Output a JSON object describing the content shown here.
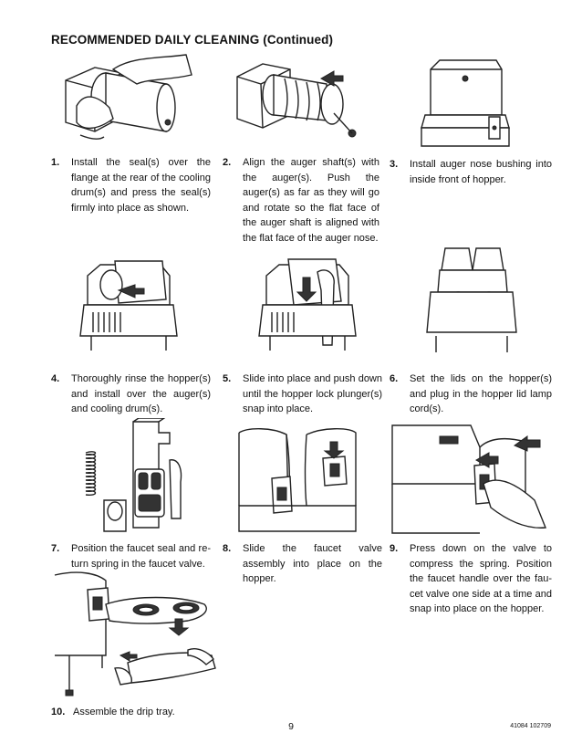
{
  "page": {
    "title": "RECOMMENDED DAILY CLEANING (Continued)",
    "page_number": "9",
    "doc_number": "41084 102709"
  },
  "steps": [
    {
      "num": "1.",
      "text": "Install the seal(s) over the flange at the rear of the cooling drum(s) and press the seal(s) firmly into place as shown."
    },
    {
      "num": "2.",
      "text": "Align the auger shaft(s) with the auger(s). Push the auger(s) as far as they will go and rotate so the flat face of the auger shaft is aligned with the flat face of the auger nose."
    },
    {
      "num": "3.",
      "text": "Install auger nose bushing into inside front of hopper."
    },
    {
      "num": "4.",
      "text": "Thoroughly rinse the hopper(s) and install over the auger(s) and cooling drum(s)."
    },
    {
      "num": "5.",
      "text": "Slide into place and push down until the hopper lock plunger(s) snap into place."
    },
    {
      "num": "6.",
      "text": "Set the lids on the hopper(s) and plug in the hopper lid lamp cord(s)."
    },
    {
      "num": "7.",
      "text": "Position the faucet seal and re-turn spring in the faucet valve."
    },
    {
      "num": "8.",
      "text": "Slide the faucet valve assembly into place on the hopper."
    },
    {
      "num": "9.",
      "text": "Press down on the valve to compress the spring. Position the faucet handle over the fau-cet valve one side at a time and snap into place on the hopper."
    },
    {
      "num": "10.",
      "text": "Assemble the drip tray."
    }
  ]
}
